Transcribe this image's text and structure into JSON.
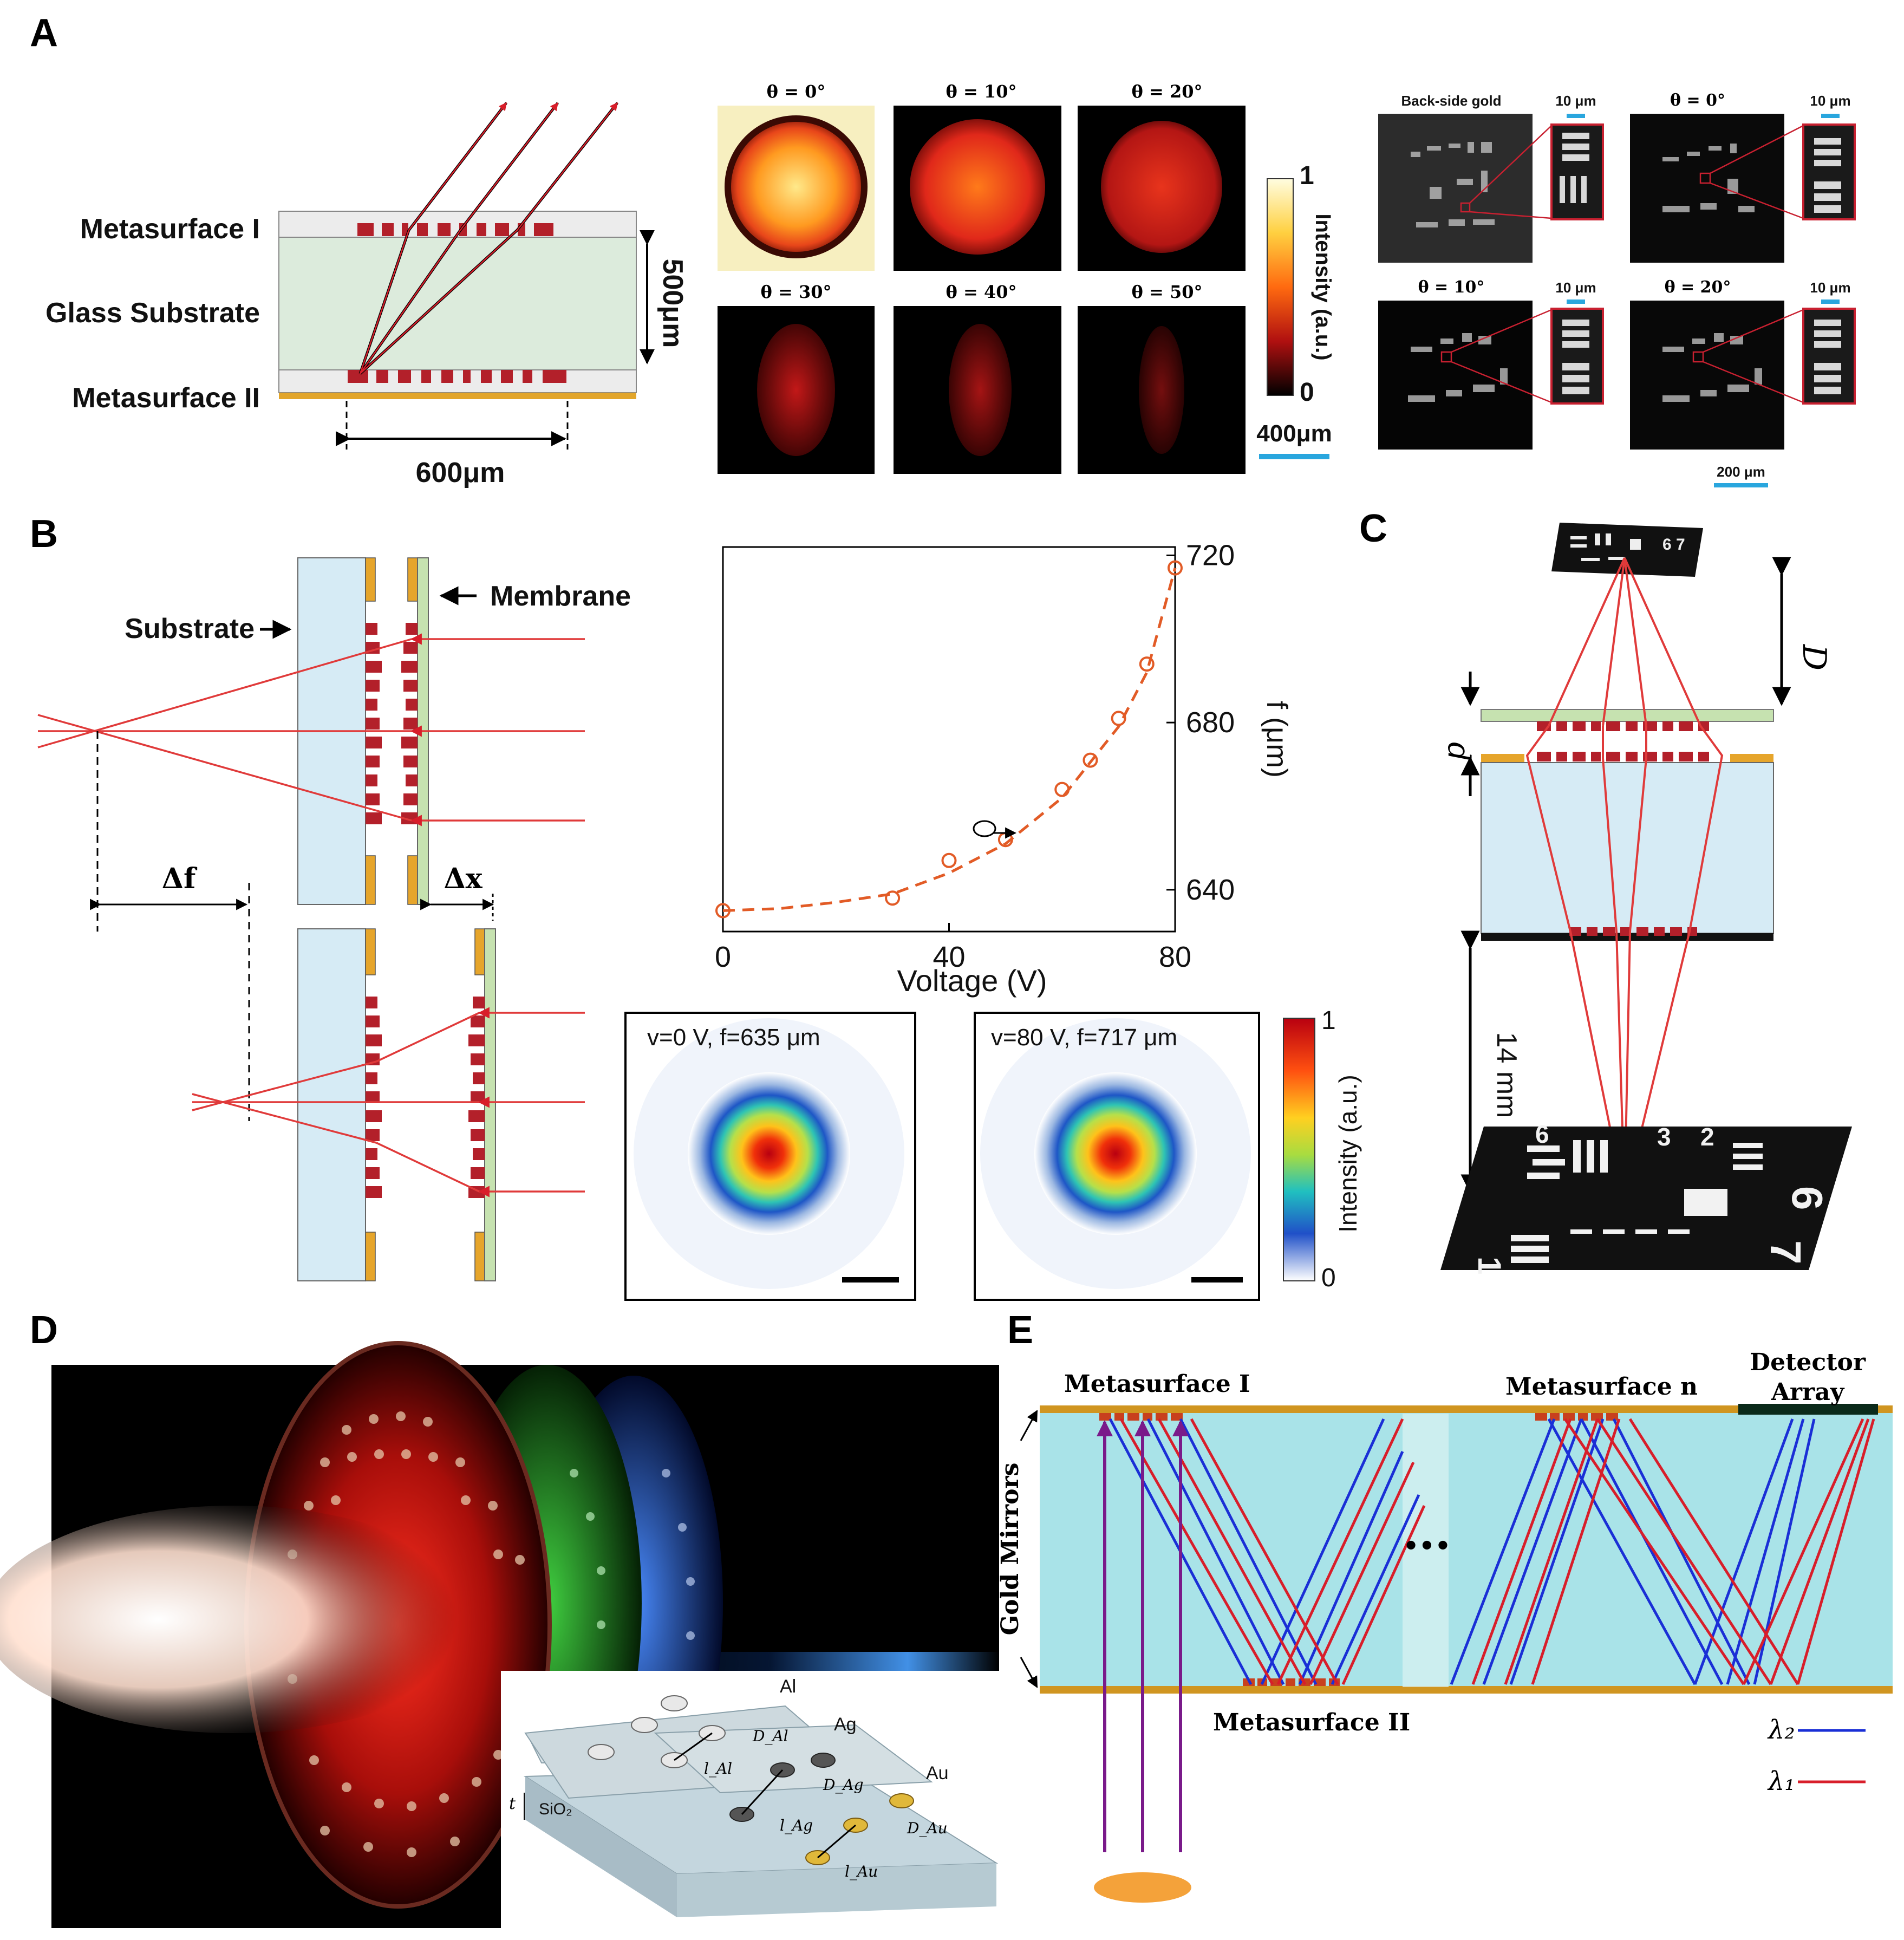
{
  "panels": {
    "a": "A",
    "b": "B",
    "c": "C",
    "d": "D",
    "e": "E"
  },
  "panel_a": {
    "layer_labels": [
      "Metasurface I",
      "Glass Substrate",
      "Metasurface II"
    ],
    "thickness": "500μm",
    "width": "600μm",
    "angle_labels": [
      "θ = 0°",
      "θ = 10°",
      "θ = 20°",
      "θ = 30°",
      "θ = 40°",
      "θ = 50°"
    ],
    "colorbar": {
      "max": "1",
      "min": "0",
      "label": "Intensity (a.u.)"
    },
    "scale_bar": "400μm",
    "micro_labels": [
      "Back-side gold",
      "θ = 0°",
      "θ = 10°",
      "θ = 20°"
    ],
    "zoom_scale": "10 μm",
    "micro_scale": "200 μm"
  },
  "panel_b": {
    "substrate": "Substrate",
    "membrane": "Membrane",
    "delta_f": "Δf",
    "delta_x": "Δx",
    "chart_xlabel": "Voltage (V)",
    "chart_ylabel": "f (μm)",
    "spot_labels": [
      "v=0 V, f=635 μm",
      "v=80 V, f=717 μm"
    ],
    "colorbar": {
      "max": "1",
      "min": "0",
      "label": "Intensity (a.u.)"
    }
  },
  "chart_data": {
    "type": "scatter",
    "xlabel": "Voltage (V)",
    "ylabel": "f (μm)",
    "x_ticks": [
      0,
      40,
      80
    ],
    "y_ticks": [
      640,
      680,
      720
    ],
    "xlim": [
      0,
      80
    ],
    "ylim": [
      630,
      722
    ],
    "points": [
      {
        "x": 0,
        "y": 635
      },
      {
        "x": 30,
        "y": 638
      },
      {
        "x": 40,
        "y": 647
      },
      {
        "x": 50,
        "y": 652
      },
      {
        "x": 60,
        "y": 664
      },
      {
        "x": 65,
        "y": 671
      },
      {
        "x": 70,
        "y": 681
      },
      {
        "x": 75,
        "y": 694
      },
      {
        "x": 80,
        "y": 717
      }
    ],
    "fit": [
      {
        "x": 0,
        "y": 635
      },
      {
        "x": 10,
        "y": 635.5
      },
      {
        "x": 20,
        "y": 637
      },
      {
        "x": 30,
        "y": 639
      },
      {
        "x": 40,
        "y": 644
      },
      {
        "x": 50,
        "y": 651
      },
      {
        "x": 60,
        "y": 662
      },
      {
        "x": 70,
        "y": 679
      },
      {
        "x": 75,
        "y": 692
      },
      {
        "x": 80,
        "y": 717
      }
    ]
  },
  "panel_c": {
    "D": "D",
    "d": "d",
    "distance": "14 mm"
  },
  "panel_d": {
    "metals": [
      "Al",
      "Ag",
      "Au"
    ],
    "oxide": "SiO₂",
    "thickness": "t",
    "params": [
      "D_Al",
      "l_Al",
      "D_Ag",
      "l_Ag",
      "D_Au",
      "l_Au"
    ]
  },
  "panel_e": {
    "ms1": "Metasurface I",
    "msn": "Metasurface n",
    "detector_1": "Detector",
    "detector_2": "Array",
    "mirrors": "Gold Mirrors",
    "ms2": "Metasurface II",
    "dots": "•••",
    "legend": [
      {
        "label": "λ₂",
        "color": "#1a2fd6"
      },
      {
        "label": "λ₁",
        "color": "#d81e2a"
      }
    ]
  },
  "colors": {
    "red": "#d81e2a",
    "blue": "#1a2fd6",
    "gold": "#e0a12a",
    "orange": "#e25b26"
  }
}
